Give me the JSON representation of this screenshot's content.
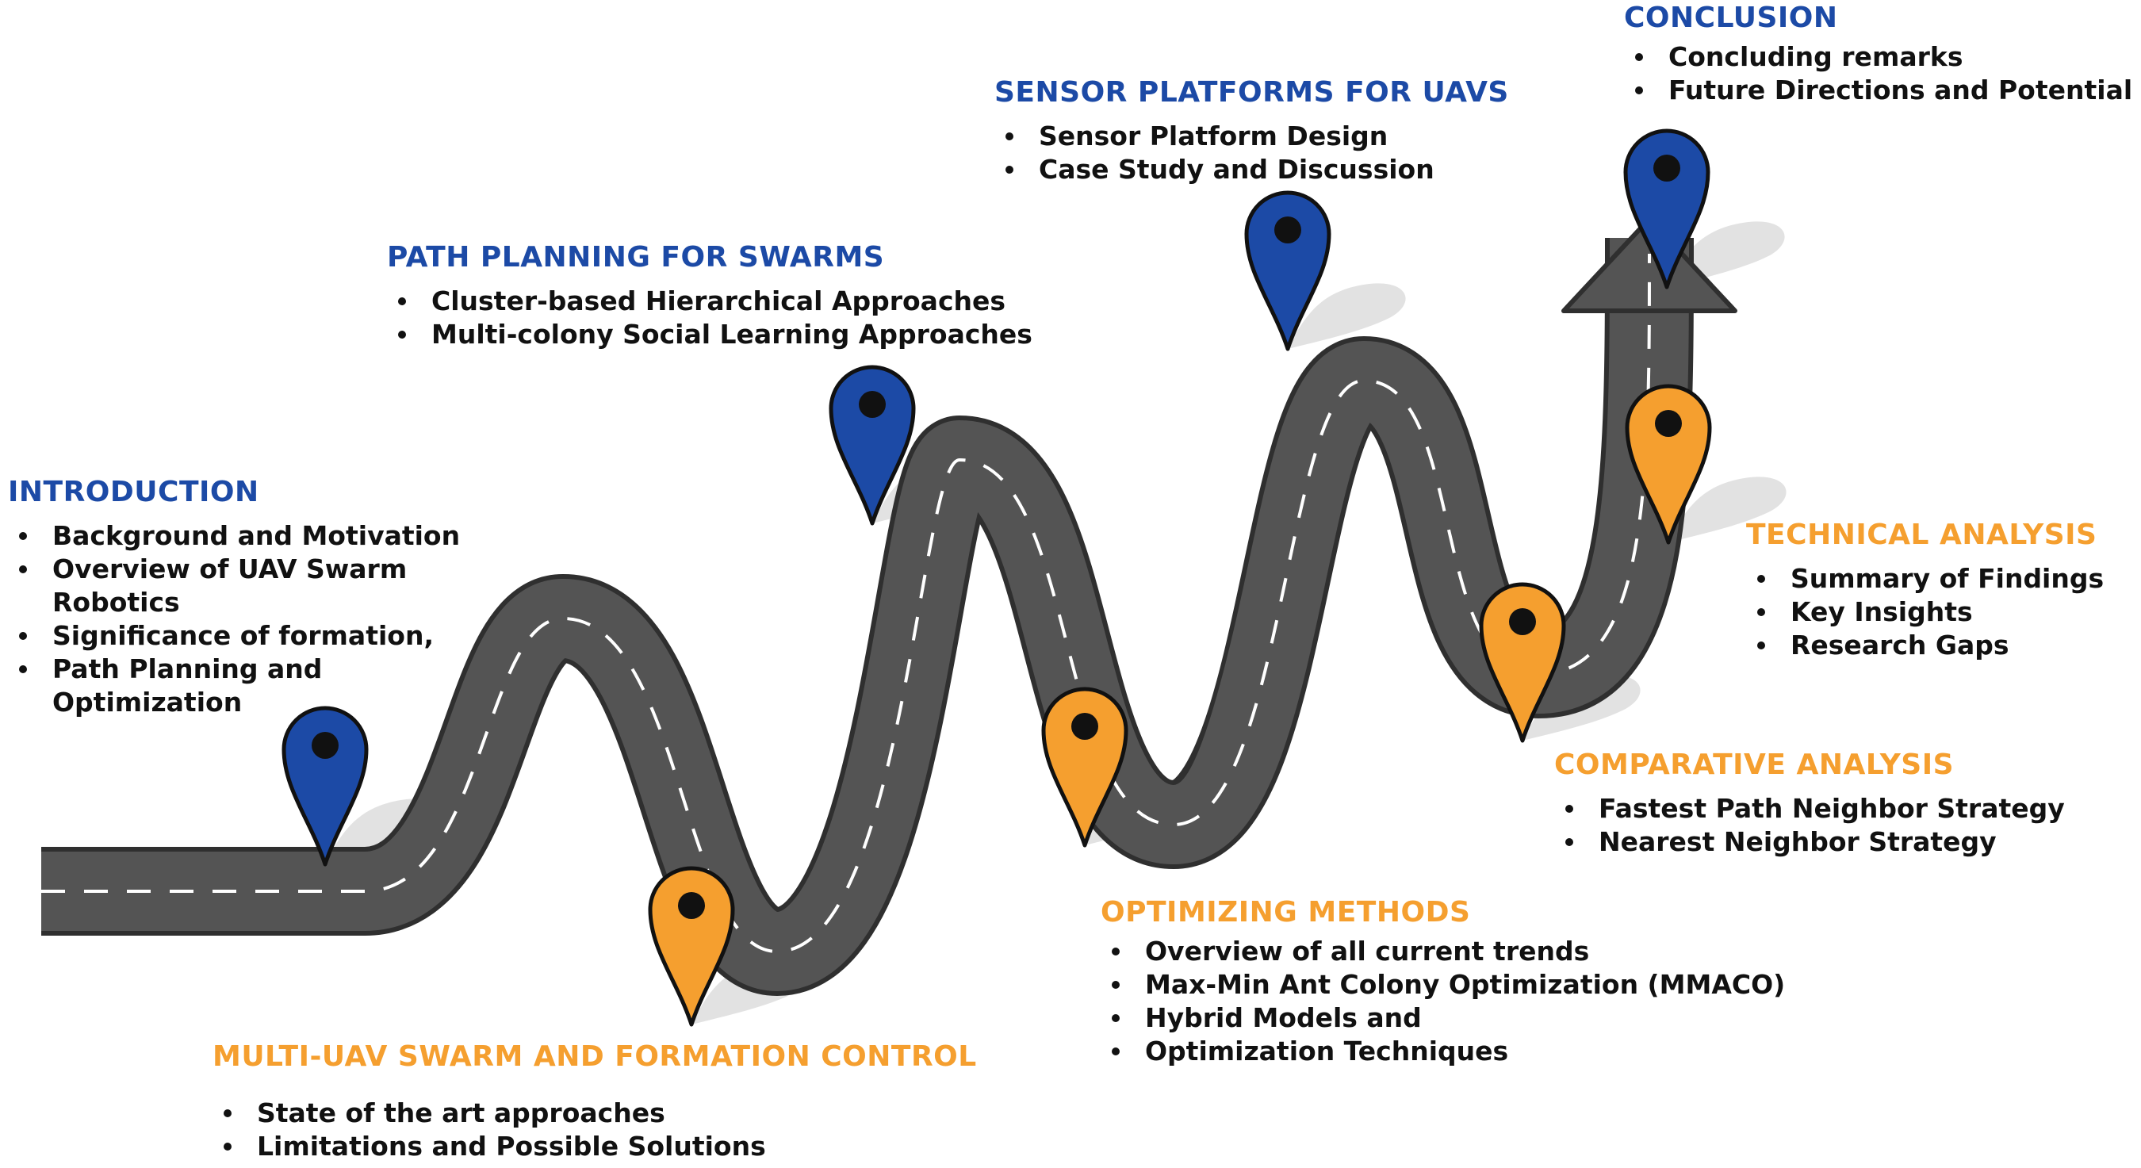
{
  "colors": {
    "road": "#545454",
    "road_border": "#2f2f2f",
    "lane_marking": "#ffffff",
    "pin_blue": "#1c4aa6",
    "pin_orange": "#f59f2f",
    "pin_outline": "#111111",
    "shadow": "#e2e2e2"
  },
  "pins": [
    {
      "id": "introduction",
      "color": "blue"
    },
    {
      "id": "multi-uav",
      "color": "orange"
    },
    {
      "id": "path-planning",
      "color": "blue"
    },
    {
      "id": "optimizing",
      "color": "orange"
    },
    {
      "id": "sensor",
      "color": "blue"
    },
    {
      "id": "comparative",
      "color": "orange"
    },
    {
      "id": "technical",
      "color": "orange"
    },
    {
      "id": "conclusion",
      "color": "blue"
    }
  ],
  "sections": {
    "introduction": {
      "title": "INTRODUCTION",
      "items": [
        "Background and Motivation",
        "Overview of UAV Swarm",
        "Robotics",
        "Significance of formation,",
        "Path Planning and",
        "Optimization"
      ]
    },
    "multi_uav": {
      "title": "MULTI-UAV SWARM AND FORMATION CONTROL",
      "items": [
        "State of the art approaches",
        "Limitations and Possible Solutions"
      ]
    },
    "path_planning": {
      "title": "PATH PLANNING FOR SWARMS",
      "items": [
        "Cluster-based Hierarchical Approaches",
        "Multi-colony Social Learning Approaches"
      ]
    },
    "optimizing": {
      "title": "OPTIMIZING METHODS",
      "items": [
        "Overview of all current trends",
        "Max-Min Ant Colony Optimization (MMACO)",
        "Hybrid Models and",
        "Optimization Techniques"
      ]
    },
    "sensor": {
      "title": "SENSOR PLATFORMS FOR UAVS",
      "items": [
        "Sensor Platform Design",
        "Case Study and Discussion"
      ]
    },
    "comparative": {
      "title": "COMPARATIVE ANALYSIS",
      "items": [
        "Fastest Path Neighbor Strategy",
        "Nearest Neighbor Strategy"
      ]
    },
    "technical": {
      "title": "TECHNICAL ANALYSIS",
      "items": [
        "Summary of Findings",
        "Key Insights",
        "Research Gaps"
      ]
    },
    "conclusion": {
      "title": "CONCLUSION",
      "items": [
        "Concluding remarks",
        "Future Directions and Potential"
      ]
    }
  }
}
